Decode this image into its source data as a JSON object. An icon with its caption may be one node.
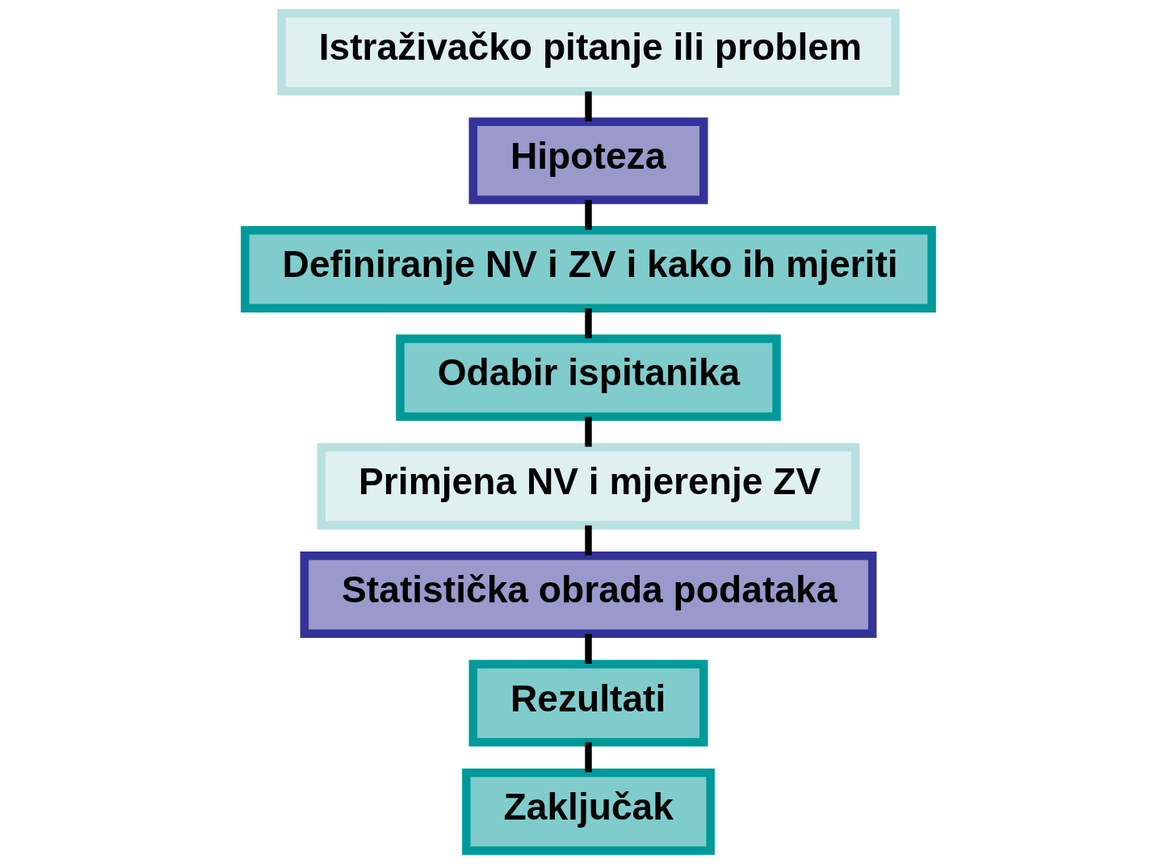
{
  "diagram": {
    "nodes": [
      {
        "text": [
          "Istraživačko pitanje ili problem"
        ]
      },
      {
        "text": [
          "Hipoteza"
        ]
      },
      {
        "text": [
          "Definiranje NV i ZV i kako ih mjeriti"
        ]
      },
      {
        "text": [
          "Odabir ispitanika"
        ]
      },
      {
        "text": [
          "Primjena NV i mjerenje ZV"
        ]
      },
      {
        "text": [
          "Statistička obrada podataka"
        ]
      },
      {
        "text": [
          "Rezultati"
        ]
      },
      {
        "text": [
          "Zaključak"
        ]
      }
    ],
    "edges": [
      {
        "from": 0,
        "to": 1,
        "arrow": "none"
      },
      {
        "from": 1,
        "to": 2,
        "arrow": "none"
      },
      {
        "from": 2,
        "to": 3,
        "arrow": "none"
      },
      {
        "from": 3,
        "to": 4,
        "arrow": "none"
      },
      {
        "from": 4,
        "to": 5,
        "arrow": "none"
      },
      {
        "from": 5,
        "to": 6,
        "arrow": "none"
      },
      {
        "from": 6,
        "to": 7,
        "arrow": "none"
      }
    ]
  }
}
